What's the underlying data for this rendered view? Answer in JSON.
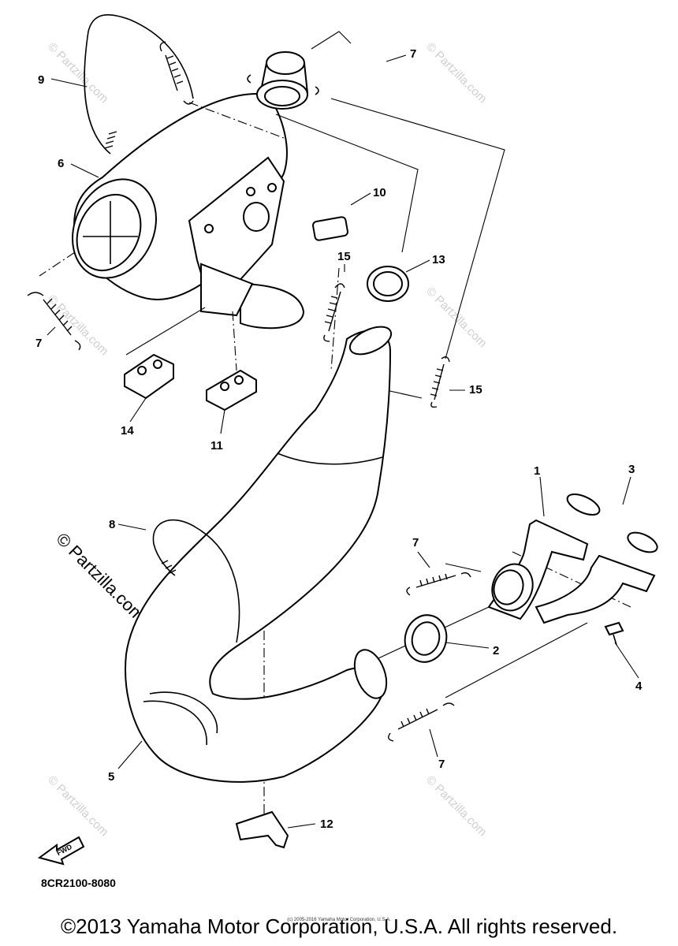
{
  "diagram": {
    "part_code": "8CR2100-8080",
    "fwd_label": "FWD",
    "callouts": [
      "1",
      "2",
      "3",
      "4",
      "5",
      "6",
      "7",
      "7",
      "7",
      "7",
      "8",
      "9",
      "10",
      "11",
      "12",
      "13",
      "14",
      "15",
      "15"
    ],
    "watermark_text": "© Partzilla.com",
    "watermark_big": "© Partzilla.com"
  },
  "footer": {
    "copyright": "©2013 Yamaha Motor Corporation, U.S.A. All rights reserved.",
    "small_print": "(c) 2005-2016 Yamaha Motor Corporation, U.S.A."
  }
}
